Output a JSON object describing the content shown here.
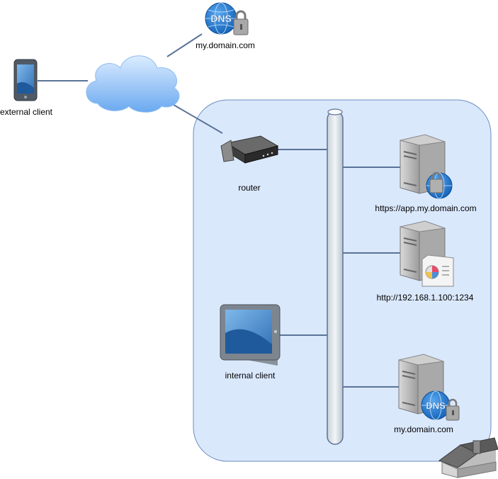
{
  "nodes": {
    "external_client": {
      "label": "external client"
    },
    "dns_public": {
      "label": "my.domain.com",
      "icon_text": "DNS"
    },
    "router": {
      "label": "router"
    },
    "server_app": {
      "label": "https://app.my.domain.com"
    },
    "server_http": {
      "label": "http://192.168.1.100:1234"
    },
    "internal_client": {
      "label": "internal client"
    },
    "server_dns": {
      "label": "my.domain.com",
      "icon_text": "DNS"
    }
  },
  "colors": {
    "network_fill": "#dae8fc",
    "network_stroke": "#6c8ebf",
    "link": "#5a7396",
    "bus": "#dde4ea",
    "globe": "#1e7bd0",
    "server": "#b8b8b8"
  }
}
